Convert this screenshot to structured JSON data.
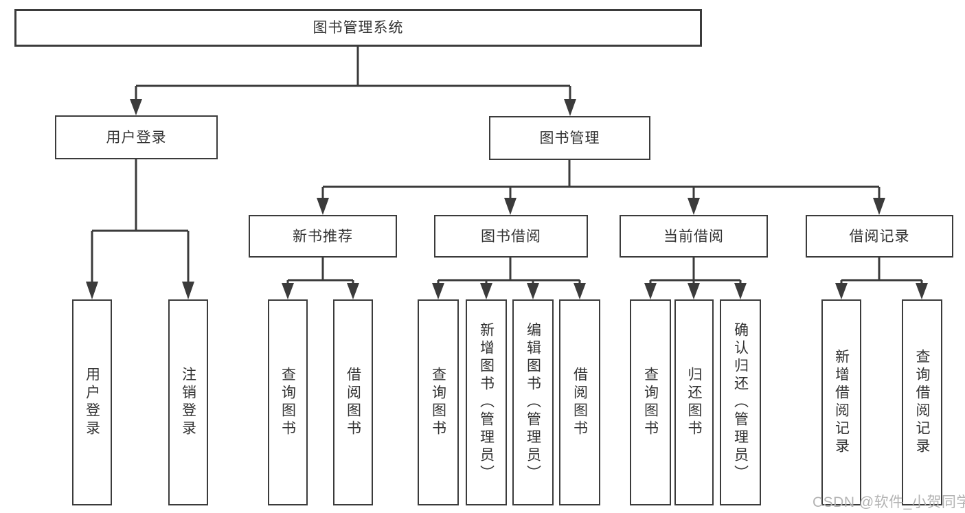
{
  "diagram": {
    "title": "图书管理系统",
    "watermark": "CSDN @软件_小贺同学",
    "colors": {
      "background": "#ffffff",
      "line": "#3b3b3b",
      "box_border": "#3b3b3b",
      "text": "#333333",
      "watermark_text": "#b3b3b3"
    },
    "nodes": {
      "root": "图书管理系统",
      "user_login": "用户登录",
      "book_mgmt": "图书管理",
      "new_book_rec": "新书推荐",
      "book_borrow": "图书借阅",
      "current_borrow": "当前借阅",
      "borrow_record": "借阅记录",
      "leaf_user_login": "用户登录",
      "leaf_logout": "注销登录",
      "leaf_nbr_query": "查询图书",
      "leaf_nbr_borrow": "借阅图书",
      "leaf_bb_query": "查询图书",
      "leaf_bb_add": "新增图书（管理员）",
      "leaf_bb_edit": "编辑图书（管理员）",
      "leaf_bb_borrow": "借阅图书",
      "leaf_cb_query": "查询图书",
      "leaf_cb_return": "归还图书",
      "leaf_cb_confirm": "确认归还（管理员）",
      "leaf_br_add": "新增借阅记录",
      "leaf_br_query": "查询借阅记录"
    },
    "edges": [
      [
        "图书管理系统",
        "用户登录"
      ],
      [
        "图书管理系统",
        "图书管理"
      ],
      [
        "用户登录",
        "用户登录(叶)"
      ],
      [
        "用户登录",
        "注销登录"
      ],
      [
        "图书管理",
        "新书推荐"
      ],
      [
        "图书管理",
        "图书借阅"
      ],
      [
        "图书管理",
        "当前借阅"
      ],
      [
        "图书管理",
        "借阅记录"
      ],
      [
        "新书推荐",
        "查询图书"
      ],
      [
        "新书推荐",
        "借阅图书"
      ],
      [
        "图书借阅",
        "查询图书"
      ],
      [
        "图书借阅",
        "新增图书（管理员）"
      ],
      [
        "图书借阅",
        "编辑图书（管理员）"
      ],
      [
        "图书借阅",
        "借阅图书"
      ],
      [
        "当前借阅",
        "查询图书"
      ],
      [
        "当前借阅",
        "归还图书"
      ],
      [
        "当前借阅",
        "确认归还（管理员）"
      ],
      [
        "借阅记录",
        "新增借阅记录"
      ],
      [
        "借阅记录",
        "查询借阅记录"
      ]
    ]
  }
}
